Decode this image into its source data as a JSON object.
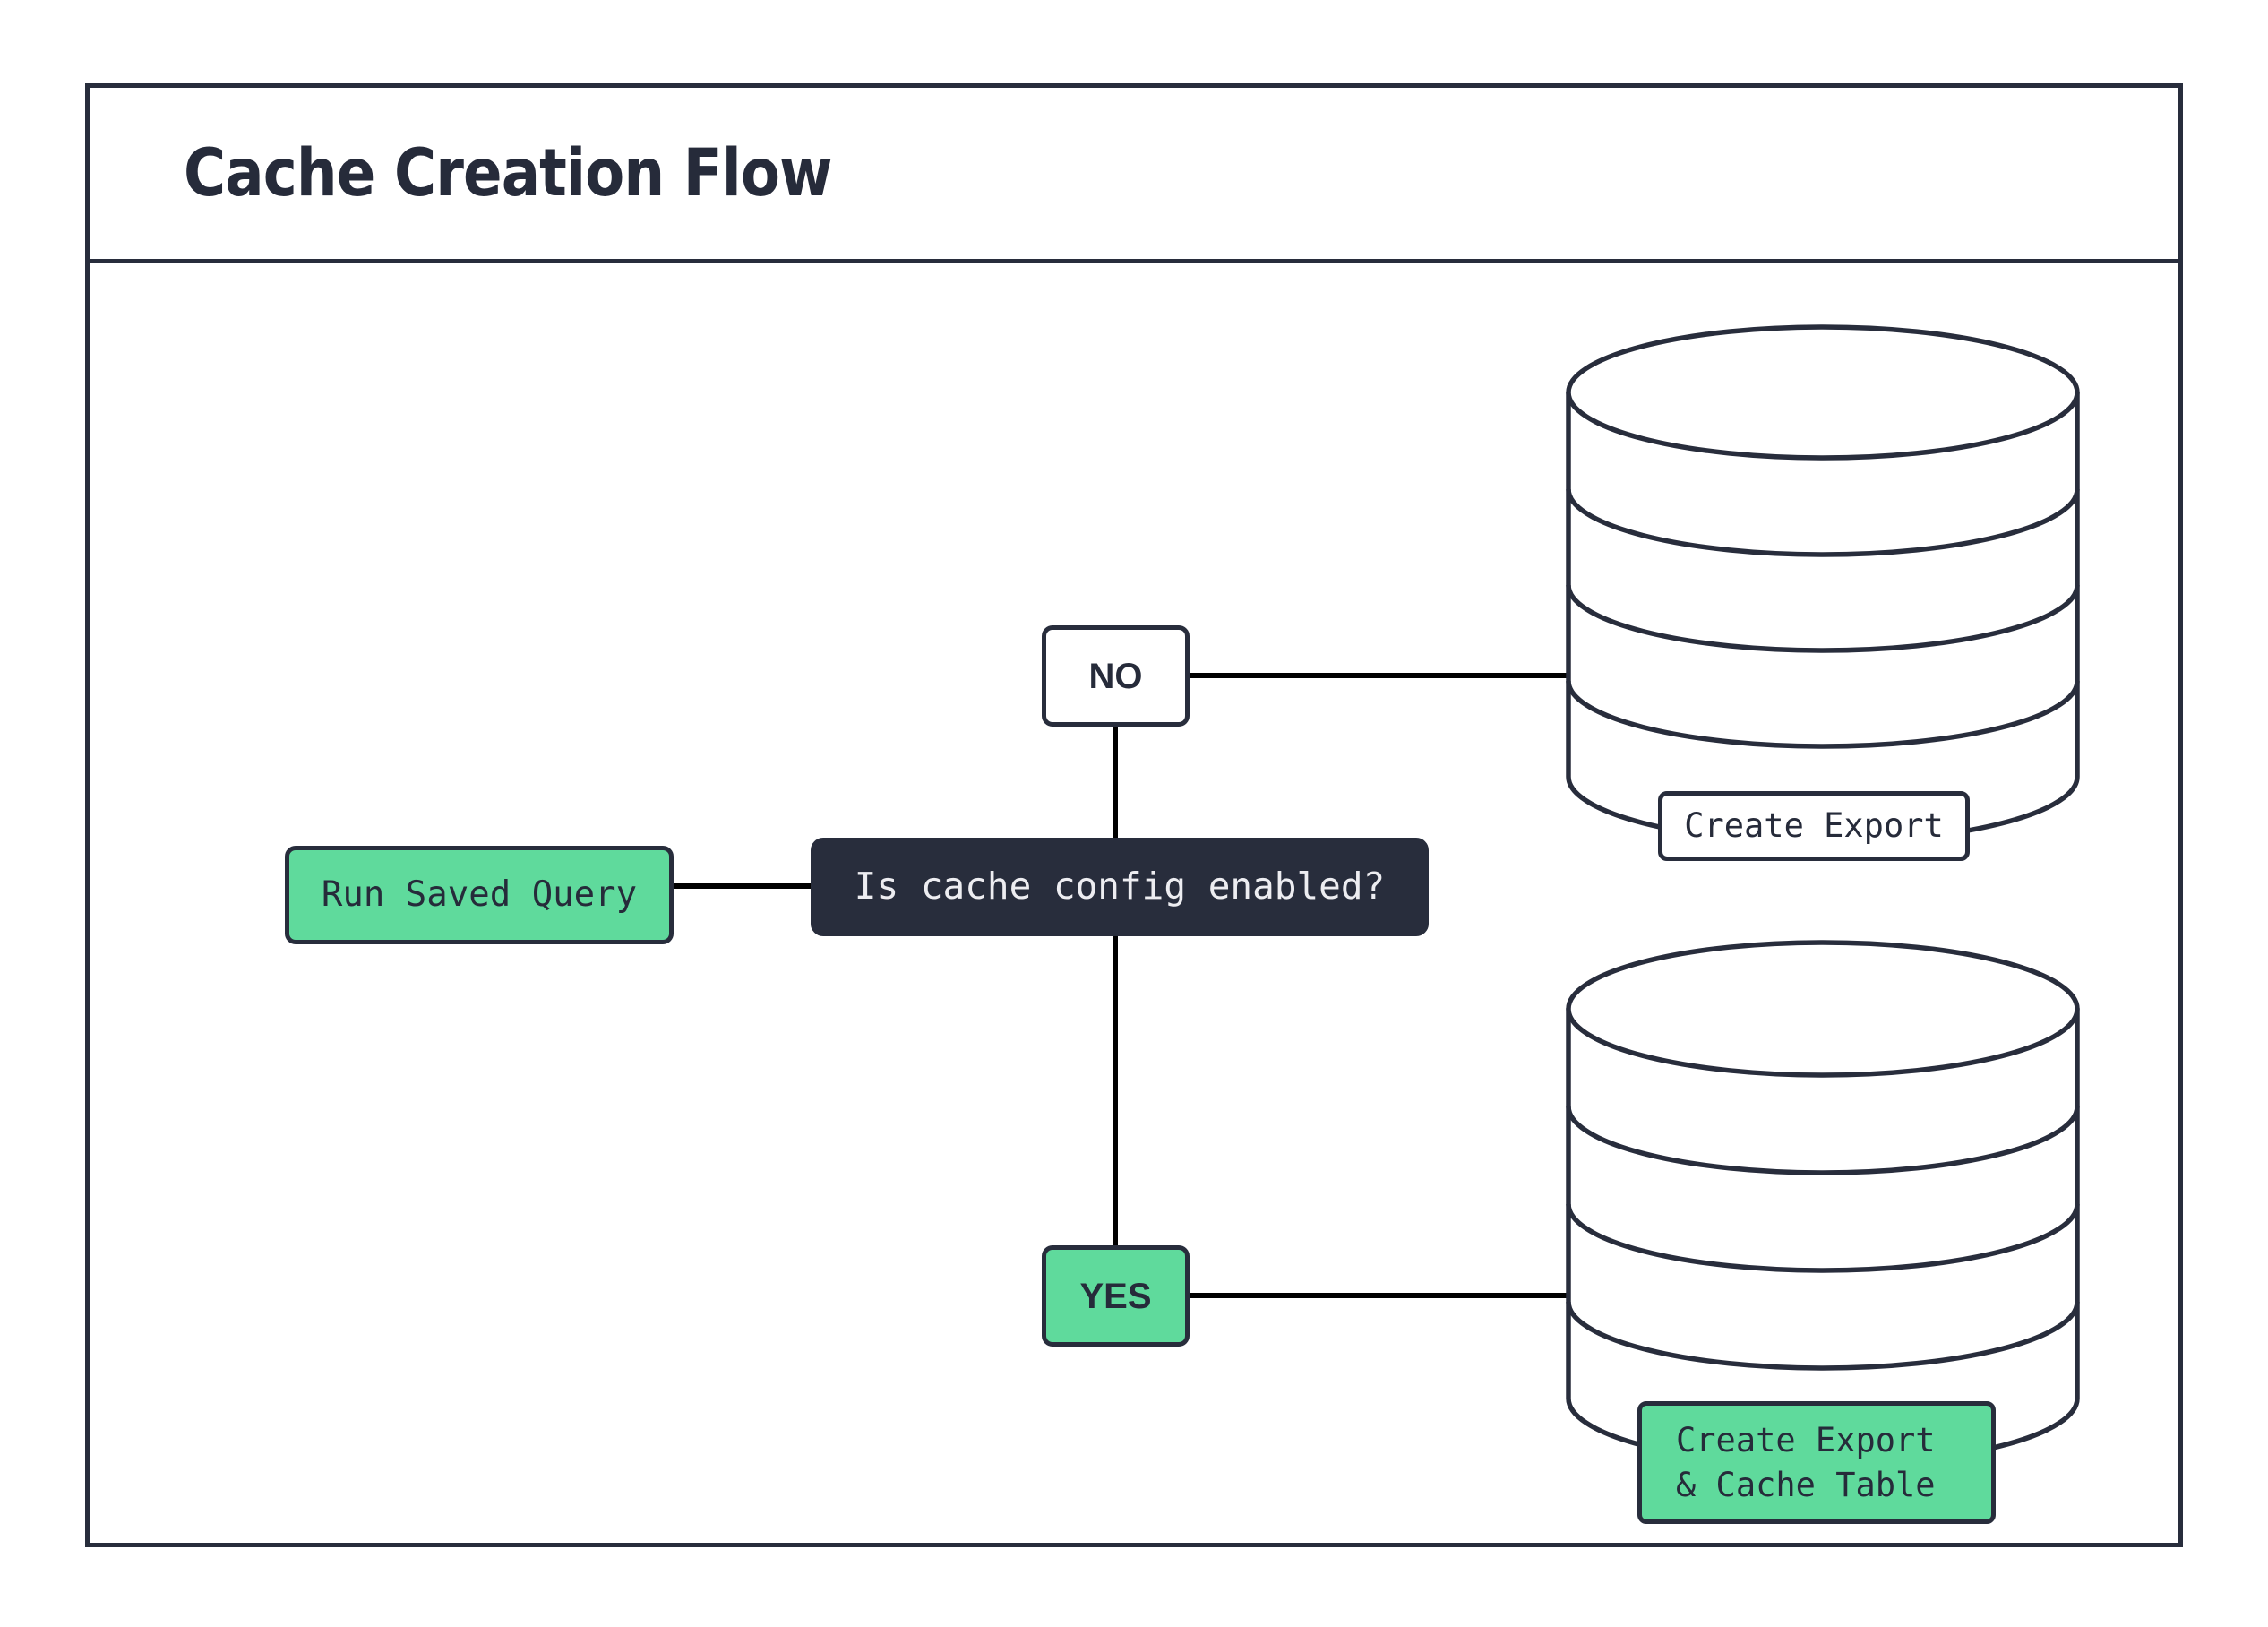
{
  "header": {
    "title": "Cache Creation Flow"
  },
  "colors": {
    "ink": "#282D3C",
    "green": "#5FDA9C",
    "dark_node_bg": "#282D3C",
    "dark_node_text": "#EDEDF1",
    "white": "#FFFFFF",
    "edge": "#000000"
  },
  "flow": {
    "nodes": [
      {
        "id": "run-saved-query",
        "label": "Run Saved Query",
        "shape": "rounded-rect",
        "fill": "green"
      },
      {
        "id": "decision",
        "label": "Is cache config enabled?",
        "shape": "rounded-rect",
        "fill": "dark"
      },
      {
        "id": "branch-no",
        "label": "NO",
        "shape": "rounded-rect",
        "fill": "white"
      },
      {
        "id": "branch-yes",
        "label": "YES",
        "shape": "rounded-rect",
        "fill": "green"
      },
      {
        "id": "create-export",
        "label": "Create Export",
        "shape": "database-cylinder",
        "fill": "white"
      },
      {
        "id": "create-export-cache-table",
        "label": "Create Export\n& Cache Table",
        "label_line_1": "Create Export",
        "label_line_2": "& Cache Table",
        "shape": "database-cylinder",
        "fill": "green"
      }
    ],
    "edges": [
      {
        "from": "run-saved-query",
        "to": "decision",
        "label": ""
      },
      {
        "from": "decision",
        "to": "branch-no",
        "label": "NO"
      },
      {
        "from": "decision",
        "to": "branch-yes",
        "label": "YES"
      },
      {
        "from": "branch-no",
        "to": "create-export",
        "label": ""
      },
      {
        "from": "branch-yes",
        "to": "create-export-cache-table",
        "label": ""
      }
    ]
  }
}
